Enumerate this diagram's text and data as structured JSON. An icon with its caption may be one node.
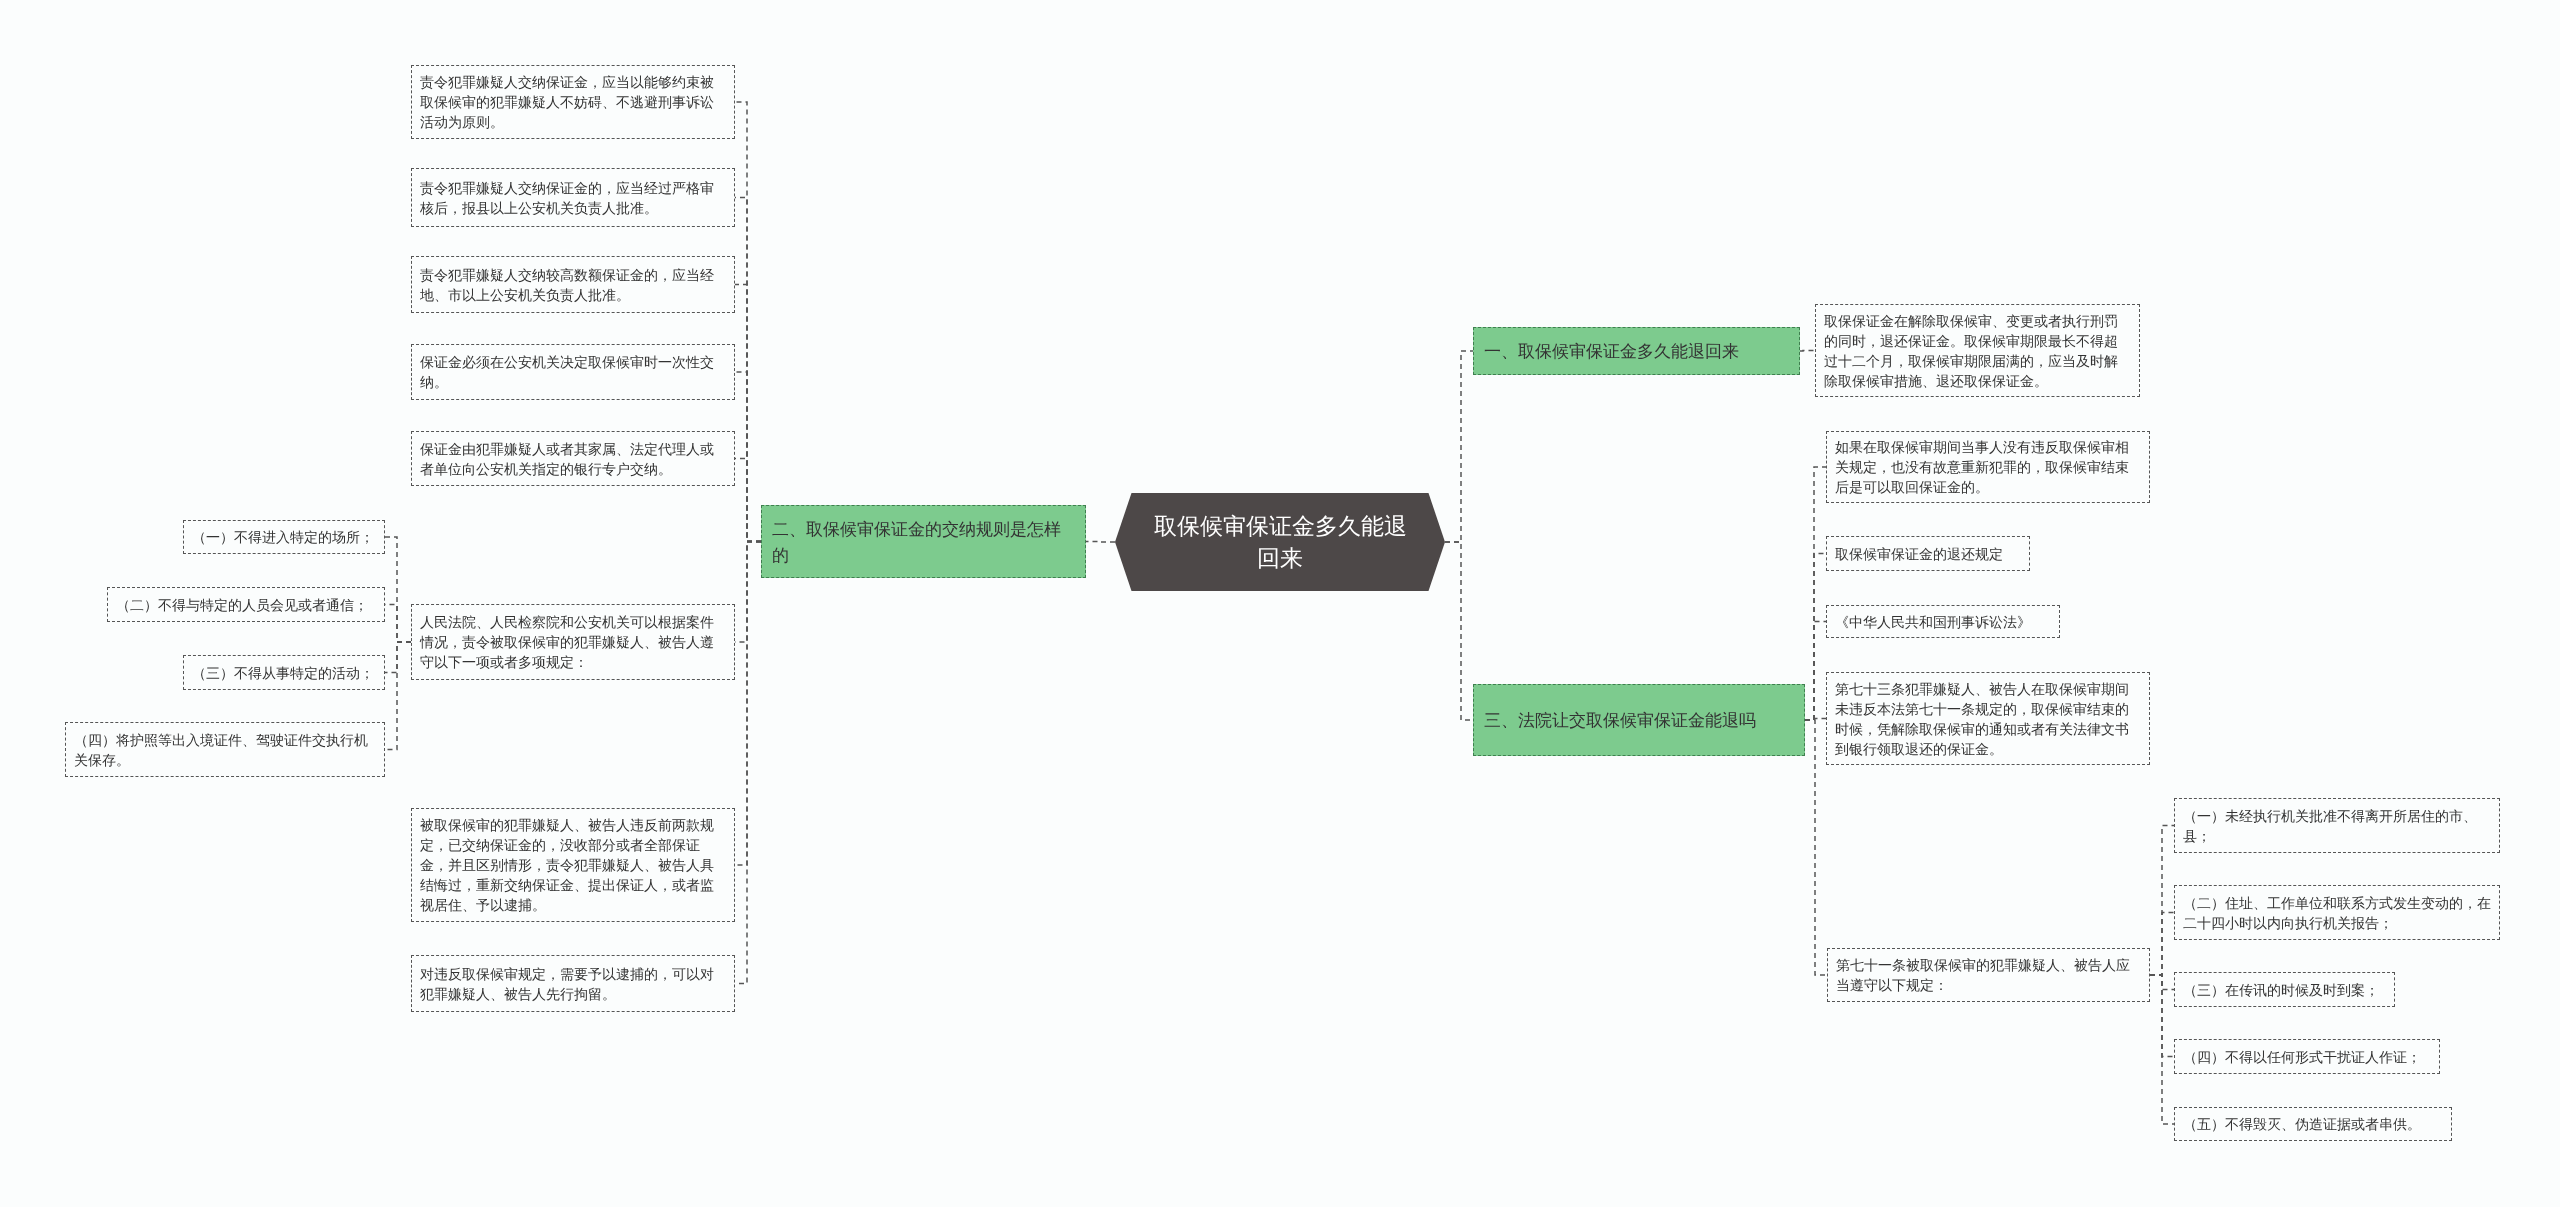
{
  "diagram": {
    "nodes": [
      {
        "text": [
          "取保候审保证金多久能退回来"
        ]
      },
      {
        "text": [
          "二、取保候审保证金的交纳规则是怎样的"
        ]
      },
      {
        "text": [
          "责令犯罪嫌疑人交纳保证金，应当以能够约束被取保候审的犯罪嫌疑人不妨碍、不逃避刑事诉讼活动为原则。"
        ]
      },
      {
        "text": [
          "责令犯罪嫌疑人交纳保证金的，应当经过严格审核后，报县以上公安机关负责人批准。"
        ]
      },
      {
        "text": [
          "责令犯罪嫌疑人交纳较高数额保证金的，应当经地、市以上公安机关负责人批准。"
        ]
      },
      {
        "text": [
          "保证金必须在公安机关决定取保候审时一次性交纳。"
        ]
      },
      {
        "text": [
          "保证金由犯罪嫌疑人或者其家属、法定代理人或者单位向公安机关指定的银行专户交纳。"
        ]
      },
      {
        "text": [
          "人民法院、人民检察院和公安机关可以根据案件情况，责令被取保候审的犯罪嫌疑人、被告人遵守以下一项或者多项规定："
        ]
      },
      {
        "text": [
          "被取保候审的犯罪嫌疑人、被告人违反前两款规定，已交纳保证金的，没收部分或者全部保证金，并且区别情形，责令犯罪嫌疑人、被告人具结悔过，重新交纳保证金、提出保证人，或者监视居住、予以逮捕。"
        ]
      },
      {
        "text": [
          "对违反取保候审规定，需要予以逮捕的，可以对犯罪嫌疑人、被告人先行拘留。"
        ]
      },
      {
        "text": [
          "（一）不得进入特定的场所；"
        ]
      },
      {
        "text": [
          "（二）不得与特定的人员会见或者通信；"
        ]
      },
      {
        "text": [
          "（三）不得从事特定的活动；"
        ]
      },
      {
        "text": [
          "（四）将护照等出入境证件、驾驶证件交执行机关保存。"
        ]
      },
      {
        "text": [
          "一、取保候审保证金多久能退回来"
        ]
      },
      {
        "text": [
          "取保保证金在解除取保候审、变更或者执行刑罚的同时，退还保证金。取保候审期限最长不得超过十二个月，取保候审期限届满的，应当及时解除取保候审措施、退还取保保证金。"
        ]
      },
      {
        "text": [
          "三、法院让交取保候审保证金能退吗"
        ]
      },
      {
        "text": [
          "如果在取保候审期间当事人没有违反取保候审相关规定，也没有故意重新犯罪的，取保候审结束后是可以取回保证金的。"
        ]
      },
      {
        "text": [
          "取保候审保证金的退还规定"
        ]
      },
      {
        "text": [
          "《中华人民共和国刑事诉讼法》"
        ]
      },
      {
        "text": [
          "第七十三条犯罪嫌疑人、被告人在取保候审期间未违反本法第七十一条规定的，取保候审结束的时候，凭解除取保候审的通知或者有关法律文书到银行领取退还的保证金。"
        ]
      },
      {
        "text": [
          "第七十一条被取保候审的犯罪嫌疑人、被告人应当遵守以下规定："
        ]
      },
      {
        "text": [
          "（一）未经执行机关批准不得离开所居住的市、县；"
        ]
      },
      {
        "text": [
          "（二）住址、工作单位和联系方式发生变动的，在二十四小时以内向执行机关报告；"
        ]
      },
      {
        "text": [
          "（三）在传讯的时候及时到案；"
        ]
      },
      {
        "text": [
          "（四）不得以任何形式干扰证人作证；"
        ]
      },
      {
        "text": [
          "（五）不得毁灭、伪造证据或者串供。"
        ]
      }
    ],
    "edges": [
      {
        "from": 0,
        "to": 1,
        "arrow": "none"
      },
      {
        "from": 1,
        "to": 2,
        "arrow": "none"
      },
      {
        "from": 1,
        "to": 3,
        "arrow": "none"
      },
      {
        "from": 1,
        "to": 4,
        "arrow": "none"
      },
      {
        "from": 1,
        "to": 5,
        "arrow": "none"
      },
      {
        "from": 1,
        "to": 6,
        "arrow": "none"
      },
      {
        "from": 1,
        "to": 7,
        "arrow": "none"
      },
      {
        "from": 1,
        "to": 8,
        "arrow": "none"
      },
      {
        "from": 1,
        "to": 9,
        "arrow": "none"
      },
      {
        "from": 7,
        "to": 10,
        "arrow": "none"
      },
      {
        "from": 7,
        "to": 11,
        "arrow": "none"
      },
      {
        "from": 7,
        "to": 12,
        "arrow": "none"
      },
      {
        "from": 7,
        "to": 13,
        "arrow": "none"
      },
      {
        "from": 0,
        "to": 14,
        "arrow": "none"
      },
      {
        "from": 14,
        "to": 15,
        "arrow": "none"
      },
      {
        "from": 0,
        "to": 16,
        "arrow": "none"
      },
      {
        "from": 16,
        "to": 17,
        "arrow": "none"
      },
      {
        "from": 16,
        "to": 18,
        "arrow": "none"
      },
      {
        "from": 16,
        "to": 19,
        "arrow": "none"
      },
      {
        "from": 16,
        "to": 20,
        "arrow": "none"
      },
      {
        "from": 16,
        "to": 21,
        "arrow": "none"
      },
      {
        "from": 21,
        "to": 22,
        "arrow": "none"
      },
      {
        "from": 21,
        "to": 23,
        "arrow": "none"
      },
      {
        "from": 21,
        "to": 24,
        "arrow": "none"
      },
      {
        "from": 21,
        "to": 25,
        "arrow": "none"
      },
      {
        "from": 21,
        "to": 26,
        "arrow": "none"
      }
    ]
  }
}
